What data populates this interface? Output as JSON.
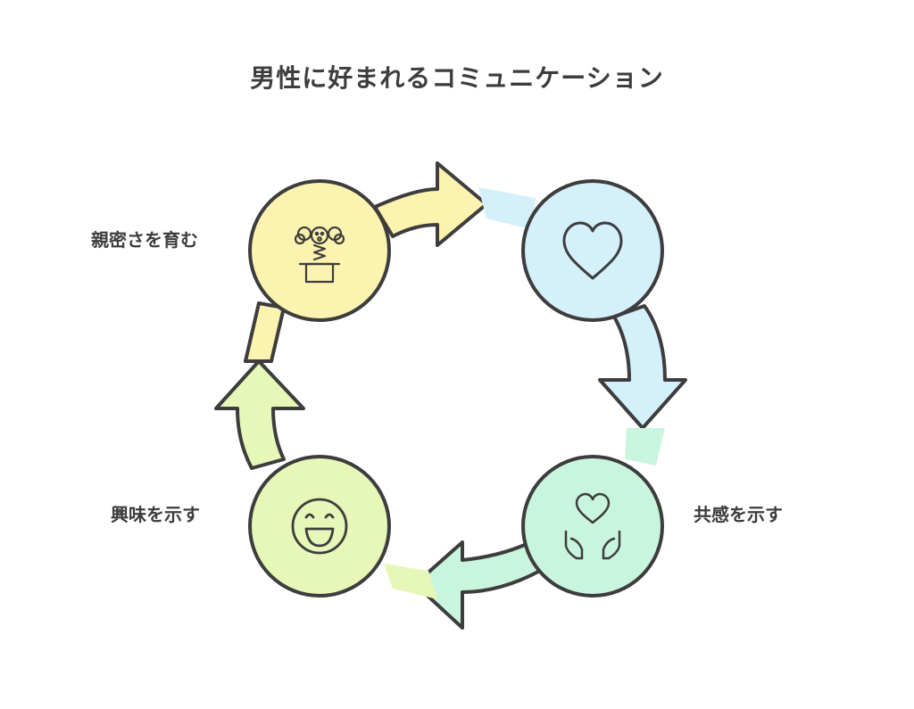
{
  "title": "男性に好まれるコミュニケーション",
  "nodes": [
    {
      "id": "intimacy",
      "label": "親密さを育む",
      "icon": "jack-in-the-box-icon",
      "color": "#fdf3b0"
    },
    {
      "id": "care",
      "label": "",
      "icon": "heart-icon",
      "color": "#d3f0fb"
    },
    {
      "id": "empathy",
      "label": "共感を示す",
      "icon": "hands-heart-icon",
      "color": "#c9f5de"
    },
    {
      "id": "interest",
      "label": "興味を示す",
      "icon": "smiley-face-icon",
      "color": "#e6f7b8"
    }
  ],
  "colors": {
    "stroke": "#3d3d3d",
    "background": "#ffffff"
  }
}
